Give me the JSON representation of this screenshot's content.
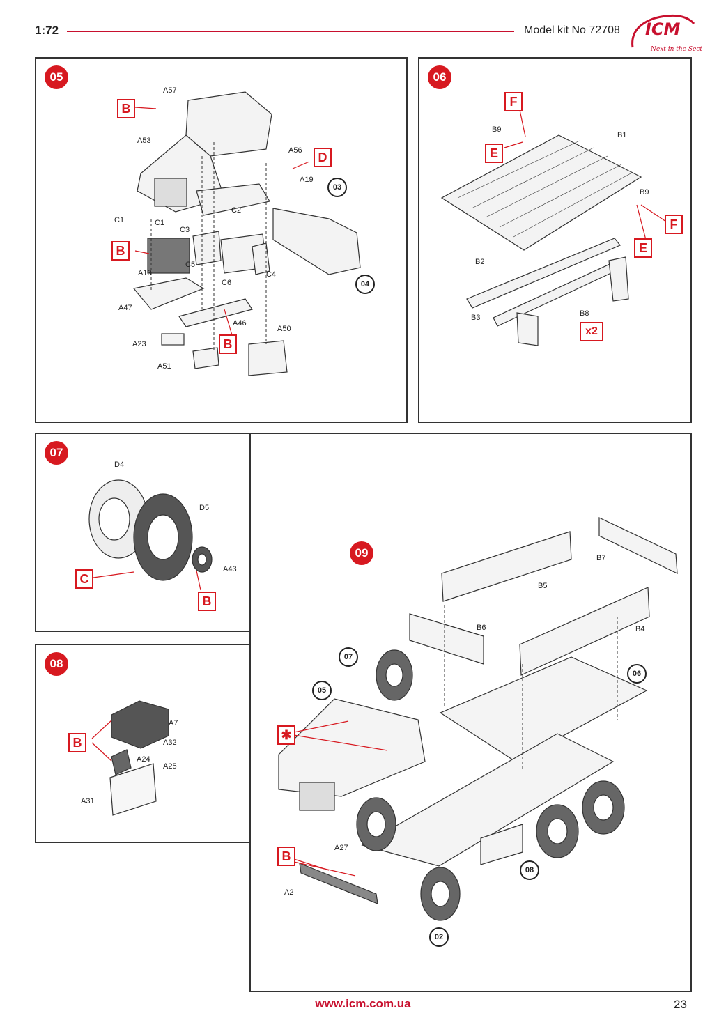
{
  "header": {
    "scale": "1:72",
    "kit": "Model kit No 72708",
    "logo": "ICM",
    "tagline": "Next in the Sect"
  },
  "colors": {
    "accent": "#c8102e",
    "badge": "#d71920",
    "line": "#333333"
  },
  "steps": {
    "s05": {
      "badge": "05",
      "labels": [
        "A57",
        "A53",
        "A56",
        "A19",
        "C1",
        "C1",
        "C3",
        "C2",
        "A13",
        "C5",
        "C6",
        "C4",
        "A47",
        "A46",
        "A23",
        "A51",
        "A50"
      ],
      "boxes": [
        "B",
        "D",
        "B",
        "B"
      ],
      "refs": [
        "03",
        "04"
      ]
    },
    "s06": {
      "badge": "06",
      "labels": [
        "B9",
        "B1",
        "B9",
        "B2",
        "B3",
        "B8"
      ],
      "boxes": [
        "F",
        "E",
        "F",
        "E"
      ],
      "multiplier": "x2"
    },
    "s07": {
      "badge": "07",
      "labels": [
        "D4",
        "D5",
        "A43"
      ],
      "boxes": [
        "C",
        "B"
      ]
    },
    "s08": {
      "badge": "08",
      "labels": [
        "A7",
        "A32",
        "A24",
        "A25",
        "A31"
      ],
      "boxes": [
        "B"
      ]
    },
    "s09": {
      "badge": "09",
      "labels": [
        "B7",
        "B5",
        "B6",
        "B4",
        "A27",
        "A2"
      ],
      "boxes": [
        "B"
      ],
      "star": "✱",
      "refs": [
        "07",
        "05",
        "06",
        "08",
        "02"
      ]
    }
  },
  "footer": {
    "url": "www.icm.com.ua",
    "page": "23"
  }
}
